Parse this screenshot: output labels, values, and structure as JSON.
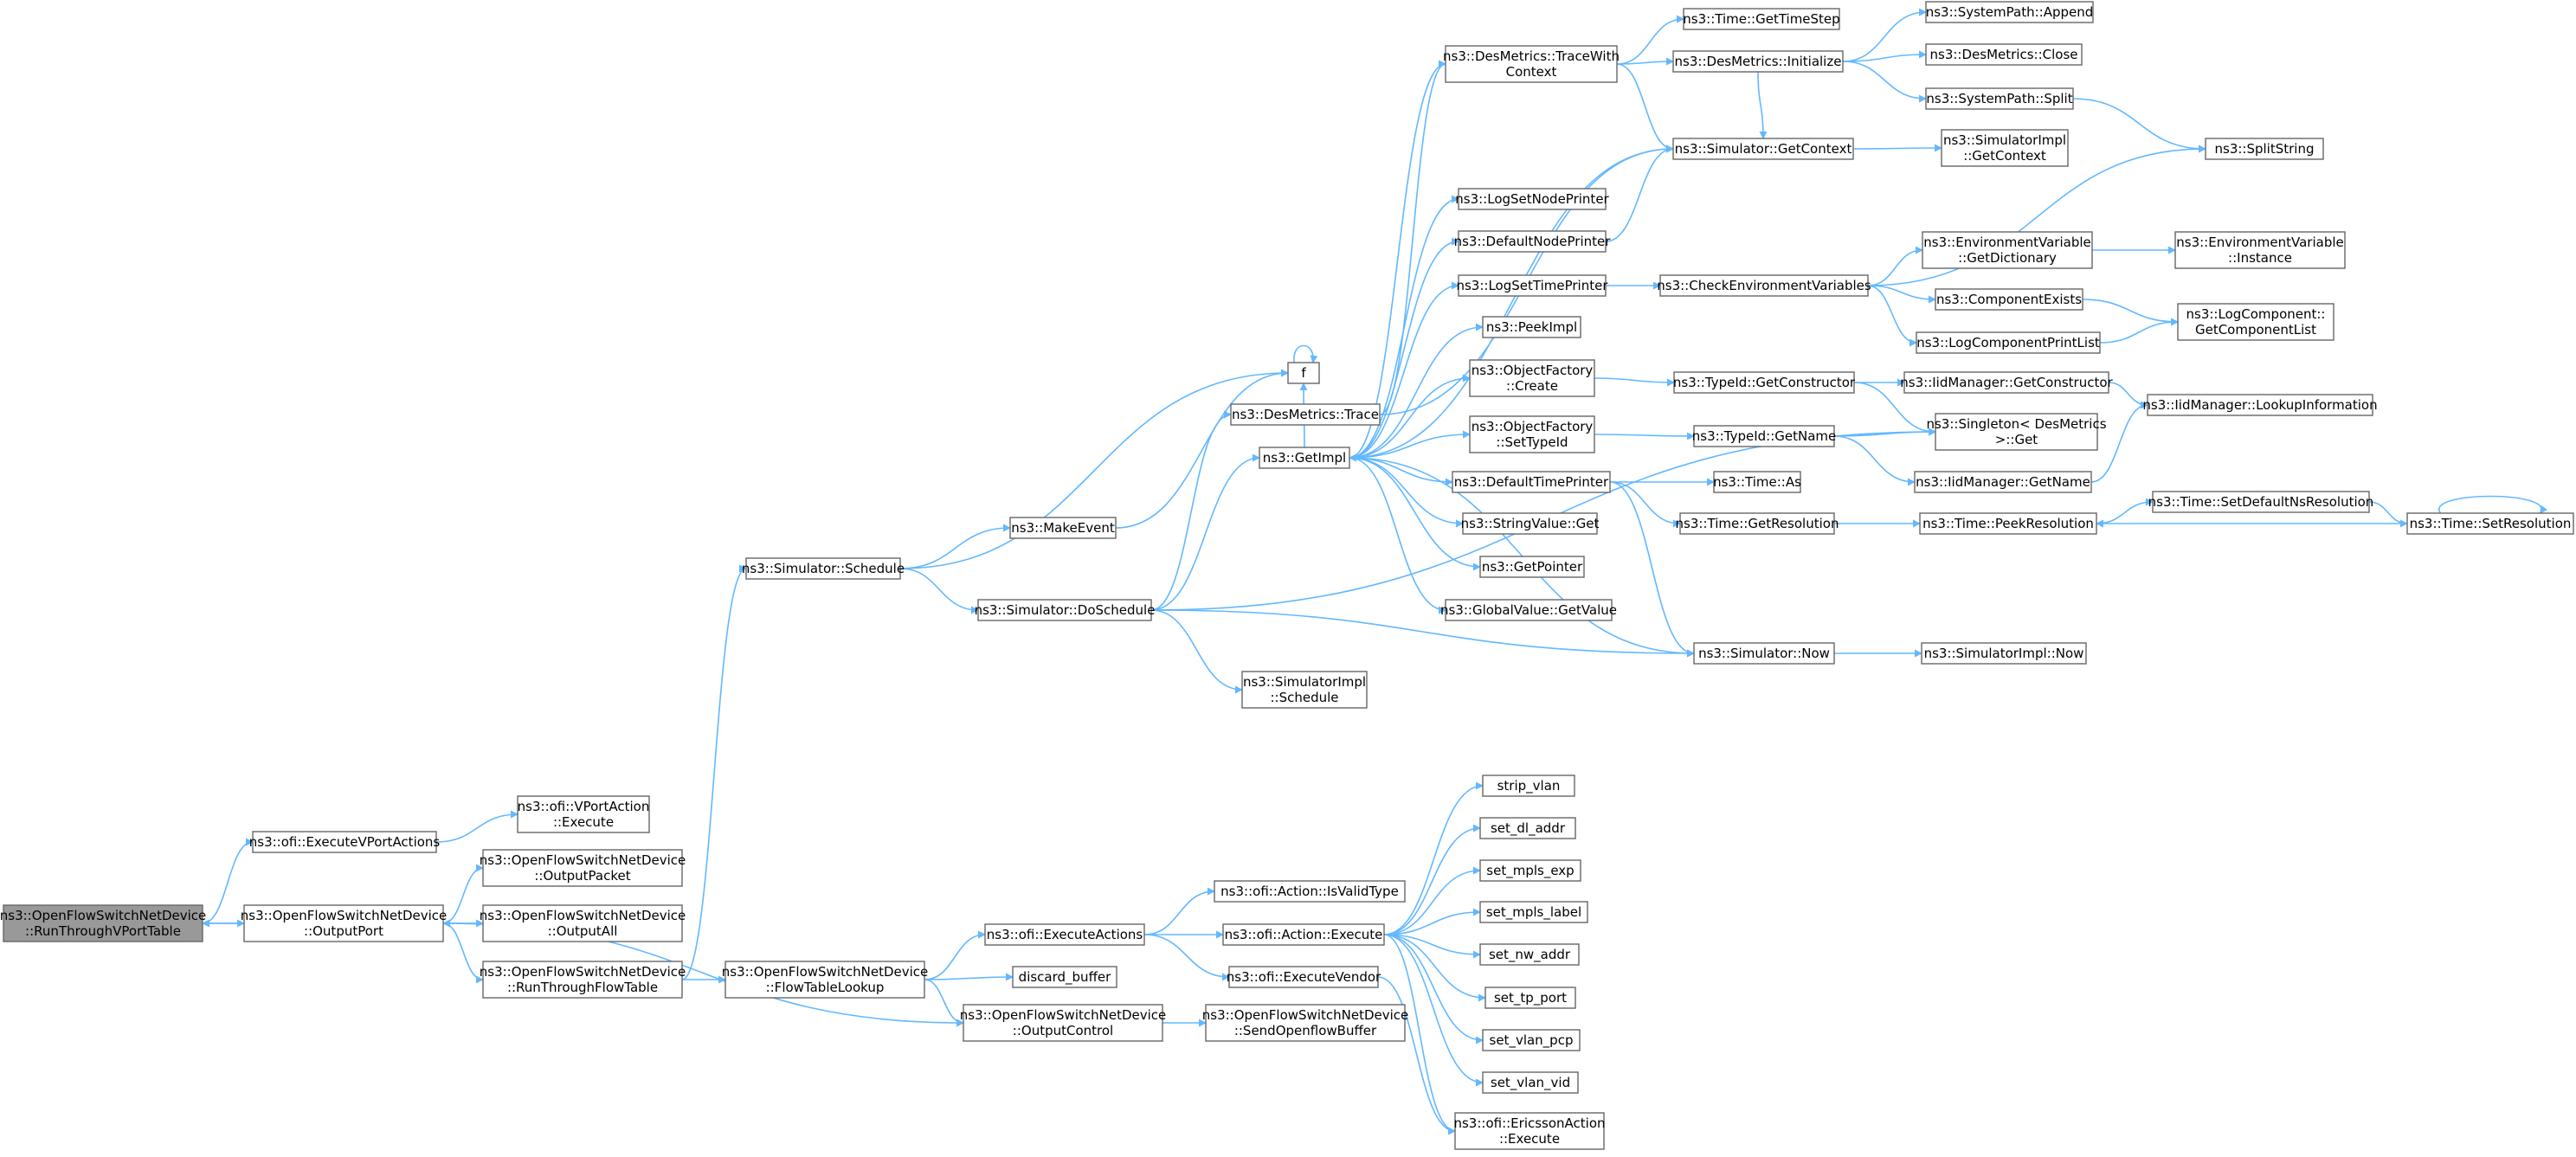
{
  "diagram": {
    "type": "call-graph",
    "colors": {
      "edge": "#63b8ff",
      "node_border": "#666666",
      "root_fill": "#999999",
      "node_fill": "#ffffff"
    },
    "nodes": [
      {
        "id": "root",
        "lines": [
          "ns3::OpenFlowSwitchNetDevice",
          "::RunThroughVPortTable"
        ],
        "root": true
      },
      {
        "id": "execVPort",
        "lines": [
          "ns3::ofi::ExecuteVPortActions"
        ]
      },
      {
        "id": "vportExec",
        "lines": [
          "ns3::ofi::VPortAction",
          "::Execute"
        ]
      },
      {
        "id": "outputPort",
        "lines": [
          "ns3::OpenFlowSwitchNetDevice",
          "::OutputPort"
        ]
      },
      {
        "id": "outputPacket",
        "lines": [
          "ns3::OpenFlowSwitchNetDevice",
          "::OutputPacket"
        ]
      },
      {
        "id": "outputAll",
        "lines": [
          "ns3::OpenFlowSwitchNetDevice",
          "::OutputAll"
        ]
      },
      {
        "id": "runFlow",
        "lines": [
          "ns3::OpenFlowSwitchNetDevice",
          "::RunThroughFlowTable"
        ]
      },
      {
        "id": "flowLookup",
        "lines": [
          "ns3::OpenFlowSwitchNetDevice",
          "::FlowTableLookup"
        ]
      },
      {
        "id": "schedule",
        "lines": [
          "ns3::Simulator::Schedule"
        ]
      },
      {
        "id": "makeEvent",
        "lines": [
          "ns3::MakeEvent"
        ]
      },
      {
        "id": "f",
        "lines": [
          "f"
        ]
      },
      {
        "id": "doSchedule",
        "lines": [
          "ns3::Simulator::DoSchedule"
        ]
      },
      {
        "id": "implSchedule",
        "lines": [
          "ns3::SimulatorImpl",
          "::Schedule"
        ]
      },
      {
        "id": "desTrace",
        "lines": [
          "ns3::DesMetrics::Trace"
        ]
      },
      {
        "id": "getImpl",
        "lines": [
          "ns3::GetImpl"
        ]
      },
      {
        "id": "traceWith",
        "lines": [
          "ns3::DesMetrics::TraceWith",
          "Context"
        ]
      },
      {
        "id": "getTimeStep",
        "lines": [
          "ns3::Time::GetTimeStep"
        ]
      },
      {
        "id": "desInit",
        "lines": [
          "ns3::DesMetrics::Initialize"
        ]
      },
      {
        "id": "spAppend",
        "lines": [
          "ns3::SystemPath::Append"
        ]
      },
      {
        "id": "desClose",
        "lines": [
          "ns3::DesMetrics::Close"
        ]
      },
      {
        "id": "spSplit",
        "lines": [
          "ns3::SystemPath::Split"
        ]
      },
      {
        "id": "splitString",
        "lines": [
          "ns3::SplitString"
        ]
      },
      {
        "id": "simGetCtx",
        "lines": [
          "ns3::Simulator::GetContext"
        ]
      },
      {
        "id": "implGetCtx",
        "lines": [
          "ns3::SimulatorImpl",
          "::GetContext"
        ]
      },
      {
        "id": "logSetNode",
        "lines": [
          "ns3::LogSetNodePrinter"
        ]
      },
      {
        "id": "defNode",
        "lines": [
          "ns3::DefaultNodePrinter"
        ]
      },
      {
        "id": "logSetTime",
        "lines": [
          "ns3::LogSetTimePrinter"
        ]
      },
      {
        "id": "checkEnv",
        "lines": [
          "ns3::CheckEnvironmentVariables"
        ]
      },
      {
        "id": "envGetDict",
        "lines": [
          "ns3::EnvironmentVariable",
          "::GetDictionary"
        ]
      },
      {
        "id": "envInst",
        "lines": [
          "ns3::EnvironmentVariable",
          "::Instance"
        ]
      },
      {
        "id": "compExists",
        "lines": [
          "ns3::ComponentExists"
        ]
      },
      {
        "id": "logCompList",
        "lines": [
          "ns3::LogComponent::",
          "GetComponentList"
        ]
      },
      {
        "id": "logCompPrint",
        "lines": [
          "ns3::LogComponentPrintList"
        ]
      },
      {
        "id": "peekImpl",
        "lines": [
          "ns3::PeekImpl"
        ]
      },
      {
        "id": "ofCreate",
        "lines": [
          "ns3::ObjectFactory",
          "::Create"
        ]
      },
      {
        "id": "tidGetCtor",
        "lines": [
          "ns3::TypeId::GetConstructor"
        ]
      },
      {
        "id": "iidGetCtor",
        "lines": [
          "ns3::IidManager::GetConstructor"
        ]
      },
      {
        "id": "iidLookup",
        "lines": [
          "ns3::IidManager::LookupInformation"
        ]
      },
      {
        "id": "singleton",
        "lines": [
          "ns3::Singleton< DesMetrics",
          ">::Get"
        ]
      },
      {
        "id": "ofSetTid",
        "lines": [
          "ns3::ObjectFactory",
          "::SetTypeId"
        ]
      },
      {
        "id": "tidGetName",
        "lines": [
          "ns3::TypeId::GetName"
        ]
      },
      {
        "id": "iidGetName",
        "lines": [
          "ns3::IidManager::GetName"
        ]
      },
      {
        "id": "defTime",
        "lines": [
          "ns3::DefaultTimePrinter"
        ]
      },
      {
        "id": "timeAs",
        "lines": [
          "ns3::Time::As"
        ]
      },
      {
        "id": "timeGetRes",
        "lines": [
          "ns3::Time::GetResolution"
        ]
      },
      {
        "id": "timePeekRes",
        "lines": [
          "ns3::Time::PeekResolution"
        ]
      },
      {
        "id": "timeSetDef",
        "lines": [
          "ns3::Time::SetDefaultNsResolution"
        ]
      },
      {
        "id": "timeSetRes",
        "lines": [
          "ns3::Time::SetResolution"
        ]
      },
      {
        "id": "strValGet",
        "lines": [
          "ns3::StringValue::Get"
        ]
      },
      {
        "id": "getPointer",
        "lines": [
          "ns3::GetPointer"
        ]
      },
      {
        "id": "globalGet",
        "lines": [
          "ns3::GlobalValue::GetValue"
        ]
      },
      {
        "id": "simNow",
        "lines": [
          "ns3::Simulator::Now"
        ]
      },
      {
        "id": "implNow",
        "lines": [
          "ns3::SimulatorImpl::Now"
        ]
      },
      {
        "id": "execActions",
        "lines": [
          "ns3::ofi::ExecuteActions"
        ]
      },
      {
        "id": "isValid",
        "lines": [
          "ns3::ofi::Action::IsValidType"
        ]
      },
      {
        "id": "actExec",
        "lines": [
          "ns3::ofi::Action::Execute"
        ]
      },
      {
        "id": "execVendor",
        "lines": [
          "ns3::ofi::ExecuteVendor"
        ]
      },
      {
        "id": "ericsson",
        "lines": [
          "ns3::ofi::EricssonAction",
          "::Execute"
        ]
      },
      {
        "id": "discard",
        "lines": [
          "discard_buffer"
        ]
      },
      {
        "id": "outputCtrl",
        "lines": [
          "ns3::OpenFlowSwitchNetDevice",
          "::OutputControl"
        ]
      },
      {
        "id": "sendOf",
        "lines": [
          "ns3::OpenFlowSwitchNetDevice",
          "::SendOpenflowBuffer"
        ]
      },
      {
        "id": "stripVlan",
        "lines": [
          "strip_vlan"
        ]
      },
      {
        "id": "setDl",
        "lines": [
          "set_dl_addr"
        ]
      },
      {
        "id": "setMplsExp",
        "lines": [
          "set_mpls_exp"
        ]
      },
      {
        "id": "setMplsLabel",
        "lines": [
          "set_mpls_label"
        ]
      },
      {
        "id": "setNw",
        "lines": [
          "set_nw_addr"
        ]
      },
      {
        "id": "setTp",
        "lines": [
          "set_tp_port"
        ]
      },
      {
        "id": "setVlanPcp",
        "lines": [
          "set_vlan_pcp"
        ]
      },
      {
        "id": "setVlanVid",
        "lines": [
          "set_vlan_vid"
        ]
      }
    ],
    "edges": [
      [
        "root",
        "execVPort"
      ],
      [
        "root",
        "outputPort"
      ],
      [
        "outputPort",
        "root"
      ],
      [
        "execVPort",
        "vportExec"
      ],
      [
        "outputPort",
        "outputPacket"
      ],
      [
        "outputPort",
        "outputAll"
      ],
      [
        "outputAll",
        "outputPort"
      ],
      [
        "outputPort",
        "runFlow"
      ],
      [
        "outputPort",
        "outputCtrl"
      ],
      [
        "runFlow",
        "flowLookup"
      ],
      [
        "runFlow",
        "schedule"
      ],
      [
        "flowLookup",
        "execActions"
      ],
      [
        "flowLookup",
        "discard"
      ],
      [
        "flowLookup",
        "outputCtrl"
      ],
      [
        "schedule",
        "makeEvent"
      ],
      [
        "schedule",
        "f"
      ],
      [
        "schedule",
        "doSchedule"
      ],
      [
        "makeEvent",
        "f"
      ],
      [
        "f",
        "f"
      ],
      [
        "doSchedule",
        "implSchedule"
      ],
      [
        "doSchedule",
        "desTrace"
      ],
      [
        "doSchedule",
        "getImpl"
      ],
      [
        "doSchedule",
        "simNow"
      ],
      [
        "doSchedule",
        "singleton"
      ],
      [
        "desTrace",
        "traceWith"
      ],
      [
        "desTrace",
        "simGetCtx"
      ],
      [
        "traceWith",
        "getTimeStep"
      ],
      [
        "traceWith",
        "desInit"
      ],
      [
        "traceWith",
        "simGetCtx"
      ],
      [
        "desInit",
        "spAppend"
      ],
      [
        "desInit",
        "desClose"
      ],
      [
        "desInit",
        "spSplit"
      ],
      [
        "desInit",
        "simGetCtx"
      ],
      [
        "spSplit",
        "splitString"
      ],
      [
        "simGetCtx",
        "implGetCtx"
      ],
      [
        "simGetCtx",
        "getImpl"
      ],
      [
        "getImpl",
        "logSetNode"
      ],
      [
        "getImpl",
        "defNode"
      ],
      [
        "getImpl",
        "logSetTime"
      ],
      [
        "getImpl",
        "peekImpl"
      ],
      [
        "getImpl",
        "ofCreate"
      ],
      [
        "getImpl",
        "ofSetTid"
      ],
      [
        "getImpl",
        "defTime"
      ],
      [
        "getImpl",
        "strValGet"
      ],
      [
        "getImpl",
        "getPointer"
      ],
      [
        "getImpl",
        "globalGet"
      ],
      [
        "getImpl",
        "f"
      ],
      [
        "getImpl",
        "traceWith"
      ],
      [
        "defNode",
        "simGetCtx"
      ],
      [
        "logSetTime",
        "checkEnv"
      ],
      [
        "checkEnv",
        "splitString"
      ],
      [
        "checkEnv",
        "envGetDict"
      ],
      [
        "checkEnv",
        "compExists"
      ],
      [
        "checkEnv",
        "logCompPrint"
      ],
      [
        "envGetDict",
        "envInst"
      ],
      [
        "compExists",
        "logCompList"
      ],
      [
        "logCompPrint",
        "logCompList"
      ],
      [
        "ofCreate",
        "tidGetCtor"
      ],
      [
        "tidGetCtor",
        "iidGetCtor"
      ],
      [
        "tidGetCtor",
        "singleton"
      ],
      [
        "iidGetCtor",
        "iidLookup"
      ],
      [
        "ofSetTid",
        "tidGetName"
      ],
      [
        "tidGetName",
        "singleton"
      ],
      [
        "tidGetName",
        "iidGetName"
      ],
      [
        "iidGetName",
        "iidLookup"
      ],
      [
        "defTime",
        "timeAs"
      ],
      [
        "defTime",
        "timeGetRes"
      ],
      [
        "defTime",
        "simNow"
      ],
      [
        "timeGetRes",
        "timePeekRes"
      ],
      [
        "timePeekRes",
        "timeSetDef"
      ],
      [
        "timeSetDef",
        "timeSetRes"
      ],
      [
        "timeSetRes",
        "timeSetRes"
      ],
      [
        "timeSetRes",
        "timePeekRes"
      ],
      [
        "simNow",
        "getImpl"
      ],
      [
        "simNow",
        "implNow"
      ],
      [
        "execActions",
        "isValid"
      ],
      [
        "execActions",
        "actExec"
      ],
      [
        "execActions",
        "execVendor"
      ],
      [
        "execVendor",
        "ericsson"
      ],
      [
        "actExec",
        "stripVlan"
      ],
      [
        "actExec",
        "setDl"
      ],
      [
        "actExec",
        "setMplsExp"
      ],
      [
        "actExec",
        "setMplsLabel"
      ],
      [
        "actExec",
        "setNw"
      ],
      [
        "actExec",
        "setTp"
      ],
      [
        "actExec",
        "setVlanPcp"
      ],
      [
        "actExec",
        "setVlanVid"
      ],
      [
        "actExec",
        "ericsson"
      ],
      [
        "outputCtrl",
        "sendOf"
      ]
    ]
  }
}
